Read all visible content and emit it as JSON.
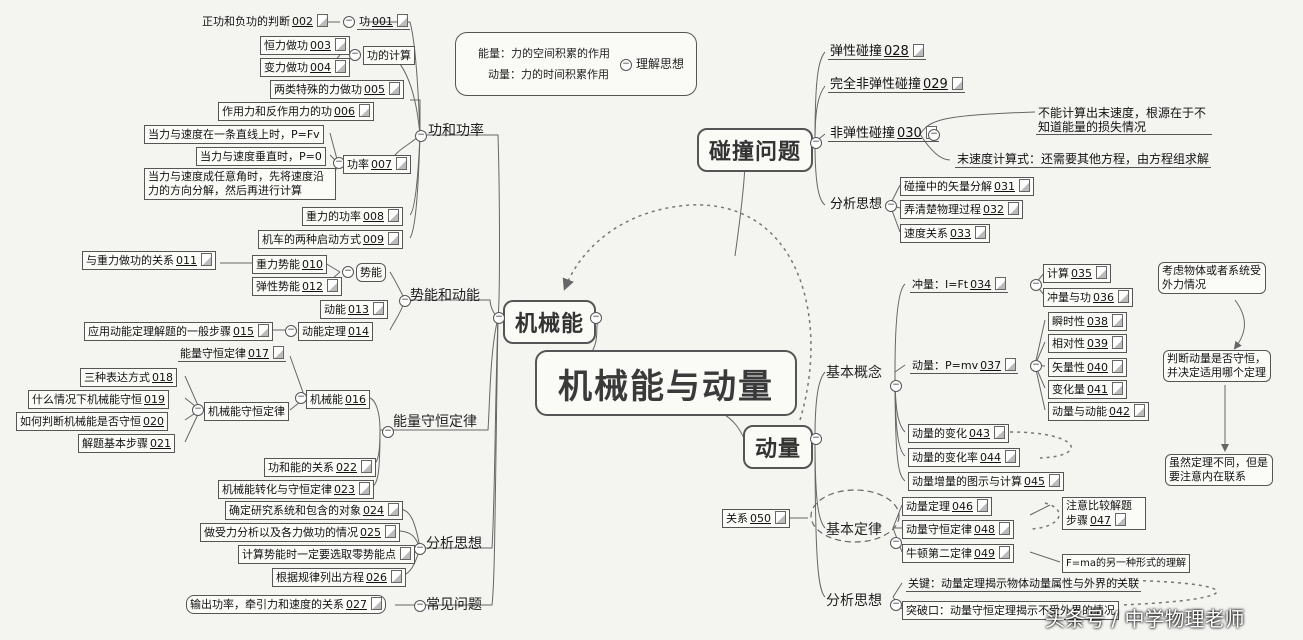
{
  "center_title": "机械能与动量",
  "branches": {
    "jixieneng": "机械能",
    "dongliang": "动量",
    "pengzhuang": "碰撞问题"
  },
  "theory": {
    "line1": "能量：力的空间积累的作用",
    "line2": "动量：力的时间积累作用",
    "label": "理解思想"
  },
  "gongyu": {
    "title": "功和功率",
    "gong": "功",
    "gong_ref": "001",
    "zhengfu": "正功和负功的判断",
    "zhengfu_ref": "002",
    "gongdejisuan": "功的计算",
    "hengli": "恒力做功",
    "hengli_ref": "003",
    "bianli": "变力做功",
    "bianli_ref": "004",
    "liangleiteshu": "两类特殊的力做功",
    "liangleiteshu_ref": "005",
    "zuoyongli": "作用力和反作用力的功",
    "zuoyongli_ref": "006",
    "gonglv": "功率",
    "gonglv_ref": "007",
    "p1": "当力与速度在一条直线上时，P=Fv",
    "p2": "当力与速度垂直时，P=0",
    "p3": "当力与速度成任意角时，先将速度沿力的方向分解，然后再进行计算",
    "zhongli_gonglv": "重力的功率",
    "zhongli_gonglv_ref": "008",
    "jiche": "机车的两种启动方式",
    "jiche_ref": "009"
  },
  "shineng": {
    "title": "势能和动能",
    "shineng": "势能",
    "zhonglishineng": "重力势能",
    "zhonglishineng_ref": "010",
    "yuzhongli": "与重力做功的关系",
    "yuzhongli_ref": "011",
    "tanxing": "弹性势能",
    "tanxing_ref": "012",
    "dongneng": "动能",
    "dongneng_ref": "013",
    "dongnengdingli": "动能定理",
    "dongnengdingli_ref": "014",
    "yingyong": "应用动能定理解题的一般步骤",
    "yingyong_ref": "015"
  },
  "shouheng": {
    "title": "能量守恒定律",
    "jixieneng": "机械能",
    "jixieneng_ref": "016",
    "nengliangshouheng": "能量守恒定律",
    "nengliangshouheng_ref": "017",
    "jixienengshouheng": "机械能守恒定律",
    "sanzhong": "三种表达方式",
    "sanzhong_ref": "018",
    "shenmeqingkuang": "什么情况下机械能守恒",
    "shenmeqingkuang_ref": "019",
    "ruhepanduan": "如何判断机械能是否守恒",
    "ruhepanduan_ref": "020",
    "jieti": "解题基本步骤",
    "jieti_ref": "021",
    "gonghenengguanxi": "功和能的关系",
    "gonghenengguanxi_ref": "022",
    "zhuanhua": "机械能转化与守恒定律",
    "zhuanhua_ref": "023"
  },
  "fenxi": {
    "title": "分析思想",
    "queding": "确定研究系统和包含的对象",
    "queding_ref": "024",
    "shouli": "做受力分析以及各力做功的情况",
    "shouli_ref": "025",
    "jisuan": "计算势能时一定要选取零势能点",
    "jisuan_ref": "",
    "genju": "根据规律列出方程",
    "genju_ref": "026"
  },
  "changjian": {
    "title": "常见问题",
    "shuchu": "输出功率，牵引力和速度的关系",
    "shuchu_ref": "027"
  },
  "pz": {
    "tanxing": "弹性碰撞",
    "tanxing_ref": "028",
    "wanquan": "完全非弹性碰撞",
    "wanquan_ref": "029",
    "fei": "非弹性碰撞",
    "fei_ref": "030",
    "note1": "不能计算出末速度，根源在于不知道能量的损失情况",
    "note2": "末速度计算式：还需要其他方程，由方程组求解",
    "fenxi": "分析思想",
    "shiliang": "碰撞中的矢量分解",
    "shiliang_ref": "031",
    "nongqing": "弄清楚物理过程",
    "nongqing_ref": "032",
    "sudu": "速度关系",
    "sudu_ref": "033"
  },
  "jiben": {
    "title": "基本概念",
    "chongliang": "冲量：I=Ft",
    "chongliang_ref": "034",
    "jisuan": "计算",
    "jisuan_ref": "035",
    "chonglianggong": "冲量与功",
    "chonglianggong_ref": "036",
    "dongliangdef": "动量：P=mv",
    "dongliangdef_ref": "037",
    "shunshi": "瞬时性",
    "shunshi_ref": "038",
    "xiangdui": "相对性",
    "xiangdui_ref": "039",
    "shiliang": "矢量性",
    "shiliang_ref": "040",
    "bianhualiang": "变化量",
    "bianhualiang_ref": "041",
    "dongliangdongneng": "动量与动能",
    "dongliangdongneng_ref": "042",
    "bianhua": "动量的变化",
    "bianhua_ref": "043",
    "bianhualv": "动量的变化率",
    "bianhualv_ref": "044",
    "tushi": "动量增量的图示与计算",
    "tushi_ref": "045"
  },
  "dinglv": {
    "title": "基本定律",
    "dongliangdingli": "动量定理",
    "dongliangdingli_ref": "046",
    "zhuyi": "注意比较解题步骤",
    "zhuyi_ref": "047",
    "shouhengdingli": "动量守恒定律",
    "shouhengdingli_ref": "048",
    "niudun": "牛顿第二定律",
    "niudun_ref": "049",
    "guanxi": "关系",
    "guanxi_ref": "050",
    "fma": "F=ma的另一种形式的理解"
  },
  "dlfenxi": {
    "title": "分析思想",
    "guanjian": "关键：动量定理揭示物体动量属性与外界的关联",
    "tupo": "突破口：动量守恒定理揭示不受外界的情况"
  },
  "flow": {
    "box1": "考虑物体或者系统受外力情况",
    "box2": "判断动量是否守恒，并决定适用哪个定理",
    "box3": "虽然定理不同，但是要注意内在联系"
  },
  "watermark": "头条号 / 中学物理老师"
}
